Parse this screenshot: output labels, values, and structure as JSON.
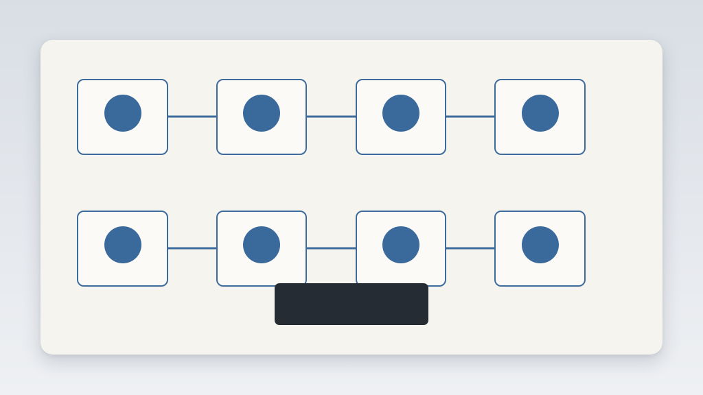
{
  "theme": {
    "node_border": "#3d6b9c",
    "node_fill": "#fbfaf6",
    "dot_fill": "#3a6a9c",
    "connector": "#3d6b9c",
    "overlay": "#262c33"
  },
  "diagram": {
    "rows": [
      {
        "nodes": [
          "node",
          "node",
          "node",
          "node"
        ]
      },
      {
        "nodes": [
          "node",
          "node",
          "node",
          "node"
        ]
      }
    ]
  },
  "overlay": {
    "text": ""
  }
}
